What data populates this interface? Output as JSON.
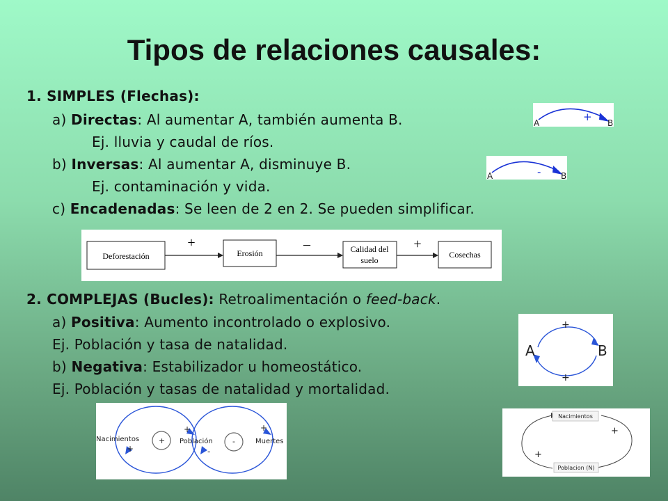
{
  "title": "Tipos de relaciones causales:",
  "simples": {
    "heading": "1. SIMPLES (Flechas):",
    "a": {
      "prefix": "a) ",
      "term": "Directas",
      "text": ": Al aumentar A, también aumenta B.",
      "example": "Ej. lluvia y caudal de ríos."
    },
    "b": {
      "prefix": "b) ",
      "term": "Inversas",
      "text": ": Al aumentar A, disminuye B.",
      "example": "Ej. contaminación y vida."
    },
    "c": {
      "prefix": "c) ",
      "term": "Encadenadas",
      "text": ": Se leen de 2 en 2. Se pueden simplificar."
    }
  },
  "complejas": {
    "heading": "2. COMPLEJAS (Bucles):",
    "heading_text": " Retroalimentación o ",
    "heading_italic": "feed-back",
    "heading_end": ".",
    "a": {
      "prefix": "a) ",
      "term": "Positiva",
      "text": ": Aumento incontrolado o explosivo.",
      "example": "Ej. Población y tasa de natalidad."
    },
    "b": {
      "prefix": "b) ",
      "term": "Negativa",
      "text": ": Estabilizador u homeostático.",
      "example": "Ej. Población y tasas de natalidad y mortalidad."
    }
  },
  "fig_direct": {
    "a": "A",
    "b": "B",
    "sign": "+"
  },
  "fig_inverse": {
    "a": "A",
    "b": "B",
    "sign": "-"
  },
  "chain": {
    "nodes": [
      "Deforestación",
      "Erosión",
      "Calidad del",
      "suelo",
      "Cosechas"
    ],
    "signs": [
      "+",
      "–",
      "+"
    ]
  },
  "loop_fig": {
    "a": "A",
    "b": "B",
    "top": "+",
    "bottom": "+"
  },
  "double_loop": {
    "left": "Nacimientos",
    "center": "Población",
    "right": "Muertes",
    "signs": [
      "+",
      "+",
      "+",
      "-",
      "-",
      "+"
    ]
  },
  "nac_loop": {
    "top": "Nacimientos",
    "bottom": "Poblacion (N)",
    "right": "+",
    "left": "+"
  },
  "colors": {
    "arrow_blue": "#1a33d6",
    "loop_blue": "#2a55d8"
  }
}
